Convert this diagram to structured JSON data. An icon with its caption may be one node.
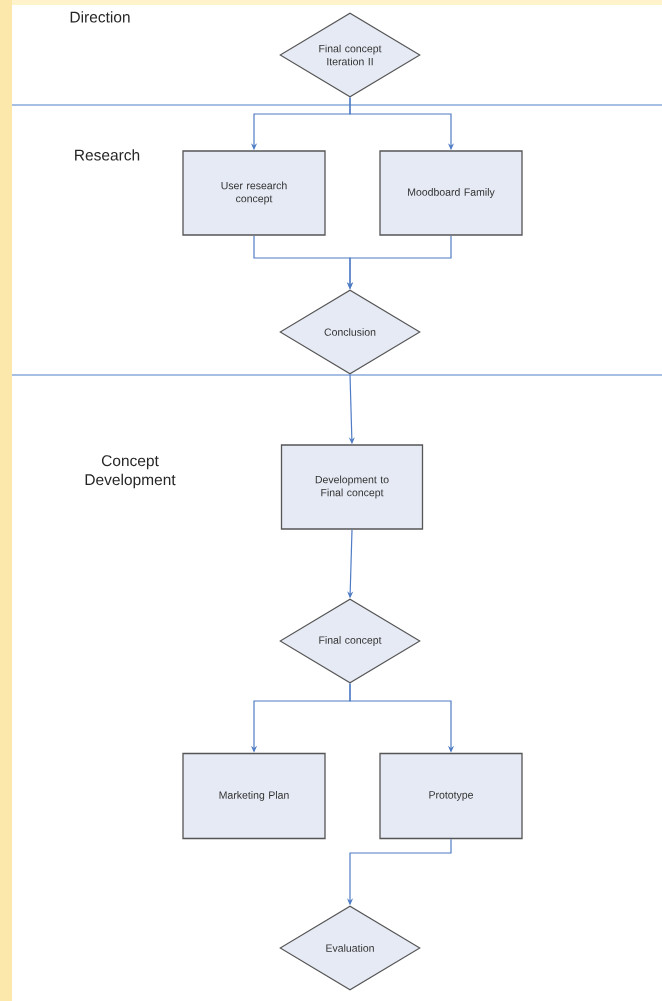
{
  "diagram": {
    "nodes": [
      {
        "text": [
          "Final concept Iteration II"
        ]
      },
      {
        "text": [
          "User research concept"
        ]
      },
      {
        "text": [
          "Moodboard Family"
        ]
      },
      {
        "text": [
          "Conclusion"
        ]
      },
      {
        "text": [
          "Development to Final concept"
        ]
      },
      {
        "text": [
          "Final concept"
        ]
      },
      {
        "text": [
          "Marketing Plan"
        ]
      },
      {
        "text": [
          "Prototype"
        ]
      },
      {
        "text": [
          "Evaluation"
        ]
      }
    ],
    "edges": [
      {
        "from": 0,
        "to": 1,
        "arrow": "to"
      },
      {
        "from": 0,
        "to": 2,
        "arrow": "to"
      },
      {
        "from": 1,
        "to": 3,
        "arrow": "to"
      },
      {
        "from": 2,
        "to": 3,
        "arrow": "to"
      },
      {
        "from": 3,
        "to": 4,
        "arrow": "to"
      },
      {
        "from": 4,
        "to": 5,
        "arrow": "to"
      },
      {
        "from": 5,
        "to": 6,
        "arrow": "to"
      },
      {
        "from": 5,
        "to": 7,
        "arrow": "to"
      },
      {
        "from": 7,
        "to": 8,
        "arrow": "to"
      }
    ],
    "labels": [
      "Direction",
      "Research",
      "Concept Development"
    ]
  }
}
